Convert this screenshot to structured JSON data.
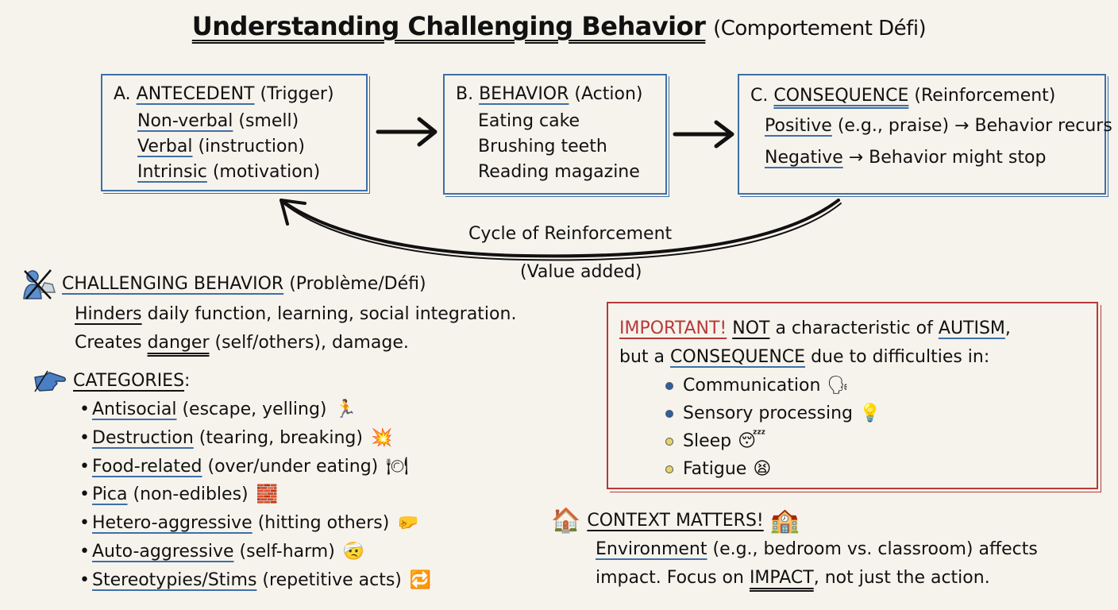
{
  "title": {
    "main": "Understanding Challenging Behavior",
    "sub": "(Comportement Défi)"
  },
  "boxes": {
    "antecedent": {
      "prefix": "A.",
      "heading": "ANTECEDENT",
      "suffix": "(Trigger)",
      "lines": [
        {
          "key": "Non-verbal",
          "rest": "(smell)"
        },
        {
          "key": "Verbal",
          "rest": "(instruction)"
        },
        {
          "key": "Intrinsic",
          "rest": "(motivation)"
        }
      ]
    },
    "behavior": {
      "prefix": "B.",
      "heading": "BEHAVIOR",
      "suffix": "(Action)",
      "lines": [
        "Eating cake",
        "Brushing teeth",
        "Reading magazine"
      ]
    },
    "consequence": {
      "prefix": "C.",
      "heading": "CONSEQUENCE",
      "suffix": "(Reinforcement)",
      "lines": [
        {
          "key": "Positive",
          "rest": "(e.g., praise) → Behavior recurs"
        },
        {
          "key": "Negative",
          "rest": "→ Behavior might stop"
        }
      ]
    }
  },
  "cycle": {
    "label": "Cycle of Reinforcement",
    "sublabel": "(Value added)"
  },
  "challenging": {
    "icon": "crossed-out-person-icon",
    "heading": "CHALLENGING BEHAVIOR",
    "heading_suffix": "(Problème/Défi)",
    "line1_key": "Hinders",
    "line1_rest": "daily function, learning, social integration.",
    "line2_pre": "Creates",
    "line2_key": "danger",
    "line2_rest": "(self/others), damage."
  },
  "categories": {
    "icon": "pointing-hand-icon",
    "heading": "CATEGORIES",
    "colon": ":",
    "items": [
      {
        "key": "Antisocial",
        "rest": "(escape, yelling)",
        "emoji": "🏃",
        "icon": "running-person-icon"
      },
      {
        "key": "Destruction",
        "rest": "(tearing, breaking)",
        "emoji": "💥",
        "icon": "explosion-icon"
      },
      {
        "key": "Food-related",
        "rest": "(over/under eating)",
        "emoji": "🍽",
        "icon": "plate-cutlery-icon"
      },
      {
        "key": "Pica",
        "rest": "(non-edibles)",
        "emoji": "🧱",
        "icon": "bricks-icon"
      },
      {
        "key": "Hetero-aggressive",
        "rest": "(hitting others)",
        "emoji": "🤛",
        "icon": "fist-icon"
      },
      {
        "key": "Auto-aggressive",
        "rest": "(self-harm)",
        "emoji": "🤕",
        "icon": "bandaged-face-icon"
      },
      {
        "key": "Stereotypies/Stims",
        "rest": "(repetitive acts)",
        "emoji": "🔁",
        "icon": "repeat-icon"
      }
    ]
  },
  "important": {
    "label": "IMPORTANT!",
    "not": "NOT",
    "line1_mid": "a characteristic of",
    "autism": "AUTISM",
    "comma": ",",
    "line2_pre": "but a",
    "consequence": "CONSEQUENCE",
    "line2_rest": "due to difficulties in:",
    "items": [
      {
        "label": "Communication",
        "emoji": "🗣",
        "bullet_color": "#2f5f9e",
        "icon": "speaking-head-icon"
      },
      {
        "label": "Sensory processing",
        "emoji": "💡",
        "bullet_color": "#2f5f9e",
        "icon": "light-bulb-icon"
      },
      {
        "label": "Sleep",
        "emoji": "😴",
        "bullet_color": "#e8d36a",
        "icon": "sleeping-face-icon"
      },
      {
        "label": "Fatigue",
        "emoji": "😫",
        "bullet_color": "#e8d36a",
        "icon": "tired-face-icon"
      }
    ]
  },
  "context": {
    "heading": "CONTEXT MATTERS!",
    "house_emoji": "🏠",
    "school_emoji": "🏫",
    "line1_key": "Environment",
    "line1_rest": "(e.g., bedroom vs. classroom) affects",
    "line2_pre": "impact. Focus on",
    "line2_key": "IMPACT",
    "line2_rest": ", not just the action."
  },
  "colors": {
    "background": "#f6f3ec",
    "accent_blue": "#3e6fa8",
    "accent_red": "#b63a3a",
    "ink": "#111111"
  }
}
